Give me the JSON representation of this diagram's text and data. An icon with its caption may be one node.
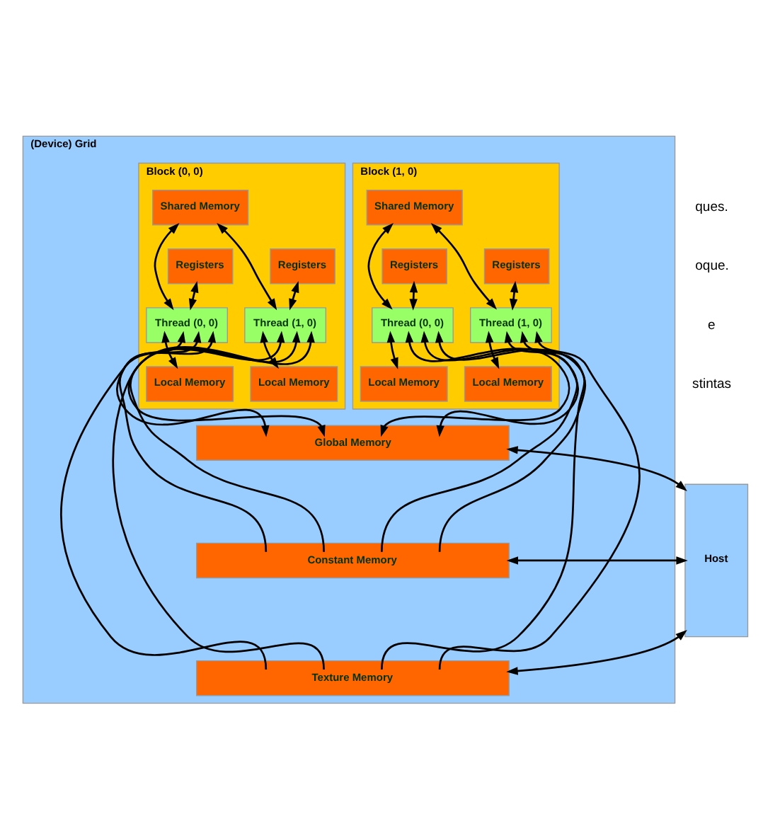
{
  "diagram": {
    "nodes": [
      {
        "text": [
          "(Device) Grid"
        ]
      },
      {
        "text": [
          "Block (0, 0)"
        ],
        "in": 0
      },
      {
        "text": [
          "Shared Memory"
        ],
        "in": 1
      },
      {
        "text": [
          "Registers"
        ],
        "in": 1
      },
      {
        "text": [
          "Registers"
        ],
        "in": 1
      },
      {
        "text": [
          "Thread (0, 0)"
        ],
        "in": 1
      },
      {
        "text": [
          "Thread (1, 0)"
        ],
        "in": 1
      },
      {
        "text": [
          "Local Memory"
        ],
        "in": 1
      },
      {
        "text": [
          "Local Memory"
        ],
        "in": 1
      },
      {
        "text": [
          "Block (1, 0)"
        ],
        "in": 0
      },
      {
        "text": [
          "Shared Memory"
        ],
        "in": 9
      },
      {
        "text": [
          "Registers"
        ],
        "in": 9
      },
      {
        "text": [
          "Registers"
        ],
        "in": 9
      },
      {
        "text": [
          "Thread (0, 0)"
        ],
        "in": 9
      },
      {
        "text": [
          "Thread (1, 0)"
        ],
        "in": 9
      },
      {
        "text": [
          "Local Memory"
        ],
        "in": 9
      },
      {
        "text": [
          "Local Memory"
        ],
        "in": 9
      },
      {
        "text": [
          "Global Memory"
        ],
        "in": 0
      },
      {
        "text": [
          "Constant Memory"
        ],
        "in": 0
      },
      {
        "text": [
          "Texture Memory"
        ],
        "in": 0
      },
      {
        "text": [
          "Host"
        ]
      }
    ],
    "edges": [
      {
        "from": 3,
        "to": 5,
        "arrow": "both"
      },
      {
        "from": 4,
        "to": 6,
        "arrow": "both"
      },
      {
        "from": 2,
        "to": 5,
        "arrow": "both"
      },
      {
        "from": 2,
        "to": 6,
        "arrow": "both"
      },
      {
        "from": 5,
        "to": 7,
        "arrow": "both"
      },
      {
        "from": 6,
        "to": 8,
        "arrow": "both"
      },
      {
        "from": 5,
        "to": 17,
        "arrow": "both"
      },
      {
        "from": 18,
        "to": 5,
        "arrow": "to"
      },
      {
        "from": 19,
        "to": 5,
        "arrow": "to"
      },
      {
        "from": 6,
        "to": 17,
        "arrow": "both"
      },
      {
        "from": 18,
        "to": 6,
        "arrow": "to"
      },
      {
        "from": 19,
        "to": 6,
        "arrow": "to"
      },
      {
        "from": 11,
        "to": 13,
        "arrow": "both"
      },
      {
        "from": 12,
        "to": 14,
        "arrow": "both"
      },
      {
        "from": 10,
        "to": 13,
        "arrow": "both"
      },
      {
        "from": 10,
        "to": 14,
        "arrow": "both"
      },
      {
        "from": 13,
        "to": 15,
        "arrow": "both"
      },
      {
        "from": 14,
        "to": 16,
        "arrow": "both"
      },
      {
        "from": 13,
        "to": 17,
        "arrow": "both"
      },
      {
        "from": 18,
        "to": 13,
        "arrow": "to"
      },
      {
        "from": 19,
        "to": 13,
        "arrow": "to"
      },
      {
        "from": 14,
        "to": 17,
        "arrow": "both"
      },
      {
        "from": 18,
        "to": 14,
        "arrow": "to"
      },
      {
        "from": 19,
        "to": 14,
        "arrow": "to"
      },
      {
        "from": 20,
        "to": 17,
        "arrow": "both"
      },
      {
        "from": 20,
        "to": 18,
        "arrow": "both"
      },
      {
        "from": 20,
        "to": 19,
        "arrow": "both"
      }
    ],
    "labels": [
      "ques.",
      "oque.",
      "e",
      "stintas"
    ]
  }
}
